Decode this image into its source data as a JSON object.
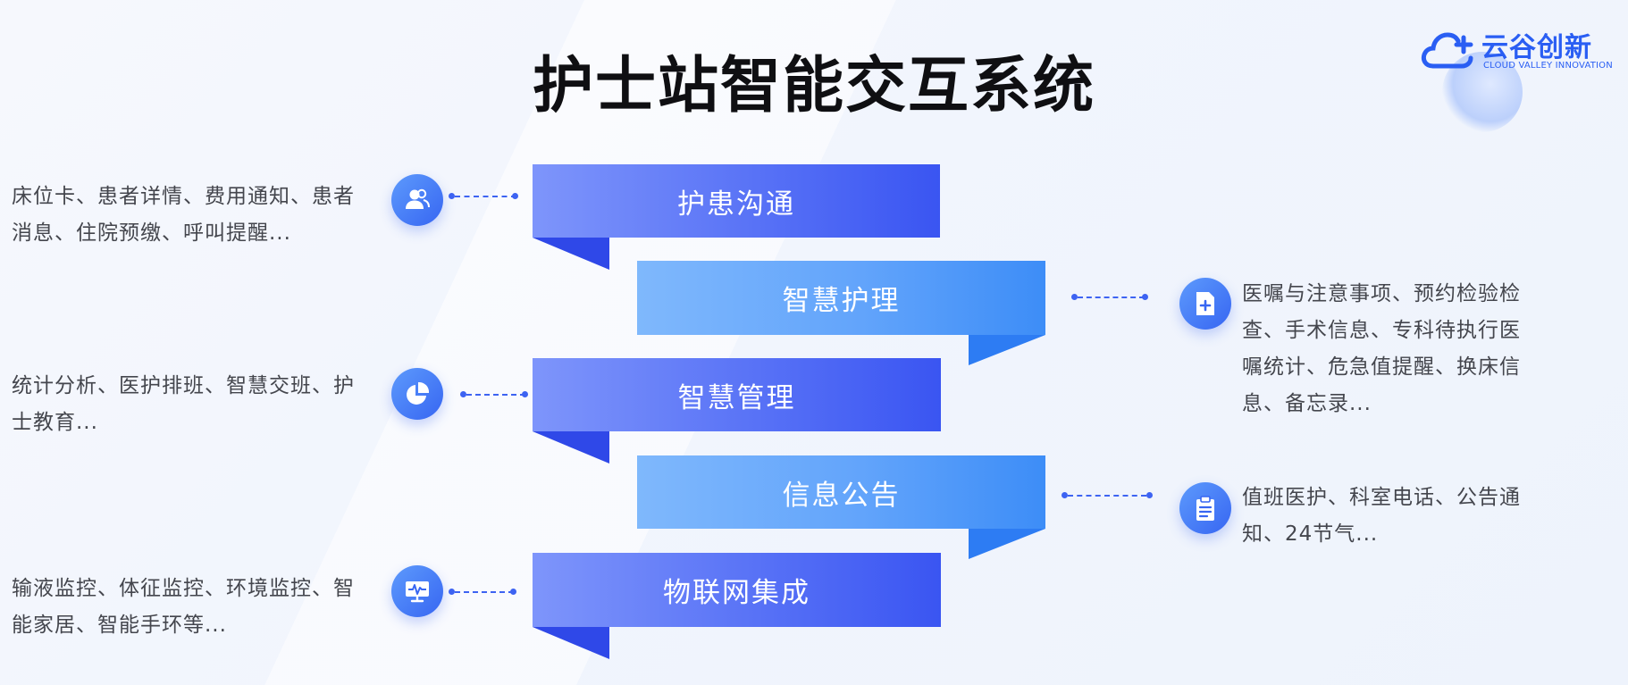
{
  "title": "护士站智能交互系统",
  "logo": {
    "name": "云谷创新",
    "subtitle": "CLOUD VALLEY INNOVATION"
  },
  "colors": {
    "dark_banner": "#4a64f4",
    "light_banner": "#5aa0fb",
    "accent": "#3d63f2",
    "title": "#0f0f12",
    "text": "#44464d"
  },
  "modules": [
    {
      "label": "护患沟通",
      "side": "left",
      "icon": "users-icon",
      "desc_lines": [
        "床位卡、患者详情、费用通知、患者",
        "消息、住院预缴、呼叫提醒..."
      ]
    },
    {
      "label": "智慧护理",
      "side": "right",
      "icon": "document-plus-icon",
      "desc_lines": [
        "医嘱与注意事项、预约检验检",
        "查、手术信息、专科待执行医",
        "嘱统计、危急值提醒、换床信",
        "息、备忘录..."
      ]
    },
    {
      "label": "智慧管理",
      "side": "left",
      "icon": "pie-chart-icon",
      "desc_lines": [
        "统计分析、医护排班、智慧交班、护",
        "士教育..."
      ]
    },
    {
      "label": "信息公告",
      "side": "right",
      "icon": "clipboard-icon",
      "desc_lines": [
        "值班医护、科室电话、公告通",
        "知、24节气..."
      ]
    },
    {
      "label": "物联网集成",
      "side": "left",
      "icon": "monitor-icon",
      "desc_lines": [
        "输液监控、体征监控、环境监控、智",
        "能家居、智能手环等..."
      ]
    }
  ]
}
